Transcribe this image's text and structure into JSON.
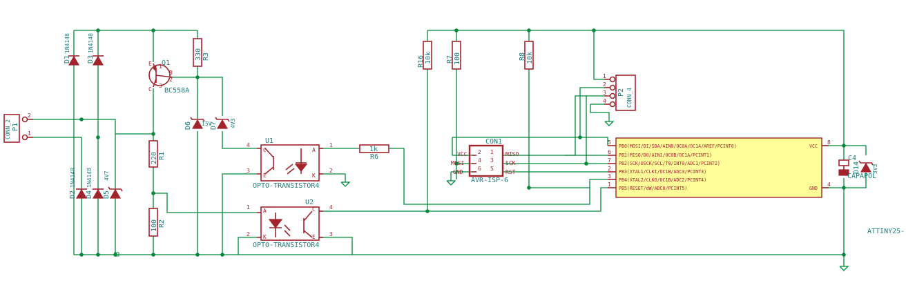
{
  "colors": {
    "wire": "#00893a",
    "component": "#a2232b",
    "label": "#1e7d7d",
    "ic_fill": "#ffff99"
  },
  "p1": {
    "ref": "P1",
    "value": "CONN_2",
    "pin2": "2",
    "pin1": "1"
  },
  "d1": {
    "ref": "D1",
    "value": "1N4148"
  },
  "d3": {
    "ref": "D3",
    "value": "1N4148"
  },
  "d2": {
    "ref": "D2",
    "value": "1N4148"
  },
  "d4": {
    "ref": "D4",
    "value": "1N4148"
  },
  "d5": {
    "ref": "D5",
    "value": "4V7"
  },
  "q1": {
    "ref": "Q1",
    "value": "BC558A",
    "e": "E",
    "b": "B",
    "c": "C",
    "p1": "1",
    "p2": "2",
    "p3": "3"
  },
  "r3": {
    "ref": "R3",
    "value": "330"
  },
  "r1": {
    "ref": "R1",
    "value": "220"
  },
  "r2": {
    "ref": "R2",
    "value": "100"
  },
  "d6": {
    "ref": "D6",
    "value": "15V"
  },
  "d7": {
    "ref": "D7",
    "value": "4V3"
  },
  "u1": {
    "ref": "U1",
    "value": "OPTO-TRANSISTOR4",
    "c": "C",
    "e": "E",
    "a": "A",
    "k": "K",
    "p1": "1",
    "p2": "2",
    "p3": "3",
    "p4": "4"
  },
  "u2": {
    "ref": "U2",
    "value": "OPTO-TRANSISTOR4",
    "a": "A",
    "k": "K",
    "c": "C",
    "e": "E",
    "p1": "1",
    "p2": "2",
    "p3": "3",
    "p4": "4"
  },
  "r6": {
    "ref": "R6",
    "value": "1k"
  },
  "r16": {
    "ref": "R16",
    "value": "10k"
  },
  "r7": {
    "ref": "R7",
    "value": "100"
  },
  "r8": {
    "ref": "R8",
    "value": "10k"
  },
  "con1": {
    "ref": "CON1",
    "value": "AVR-ISP-6",
    "vcc": "VCC",
    "mosi": "MOSI",
    "gnd": "GND",
    "miso": "MISO",
    "sck": "SCK",
    "rst": "RST",
    "p1": "1",
    "p2": "2",
    "p3": "3",
    "p4": "4",
    "p5": "5",
    "p6": "6"
  },
  "p2": {
    "ref": "P2",
    "value": "CONN_4",
    "p1": "1",
    "p2": "2",
    "p3": "3",
    "p4": "4"
  },
  "u3": {
    "value": "ATTINY25-",
    "pins": [
      {
        "num": "5",
        "label": "PB0(MOSI/DI/SDA/AIN0/OC0A/OC1A/AREF/PCINT0)"
      },
      {
        "num": "6",
        "label": "PB1(MISO/DO/AIN1/OC0B/OC1A/PCINT1)"
      },
      {
        "num": "7",
        "label": "PB2(SCK/USCK/SCL/T0/INT0/ADC1/PCINT2)"
      },
      {
        "num": "2",
        "label": "PB3(XTAL1/CLKI/OC1B/ADC3/PCINT3)"
      },
      {
        "num": "3",
        "label": "PB4(XTAL2/CLKO/OC1B/ADC2/PCINT4)"
      },
      {
        "num": "1",
        "label": "PB5(RESET/dW/ADC0/PCINT5)"
      }
    ],
    "vcc": "VCC",
    "gnd": "GND",
    "vcc_num": "8",
    "gnd_num": "4"
  },
  "c4": {
    "ref": "C4",
    "value": "CAPAPOL"
  },
  "d14": {
    "ref": "D14",
    "value": "3V3"
  }
}
